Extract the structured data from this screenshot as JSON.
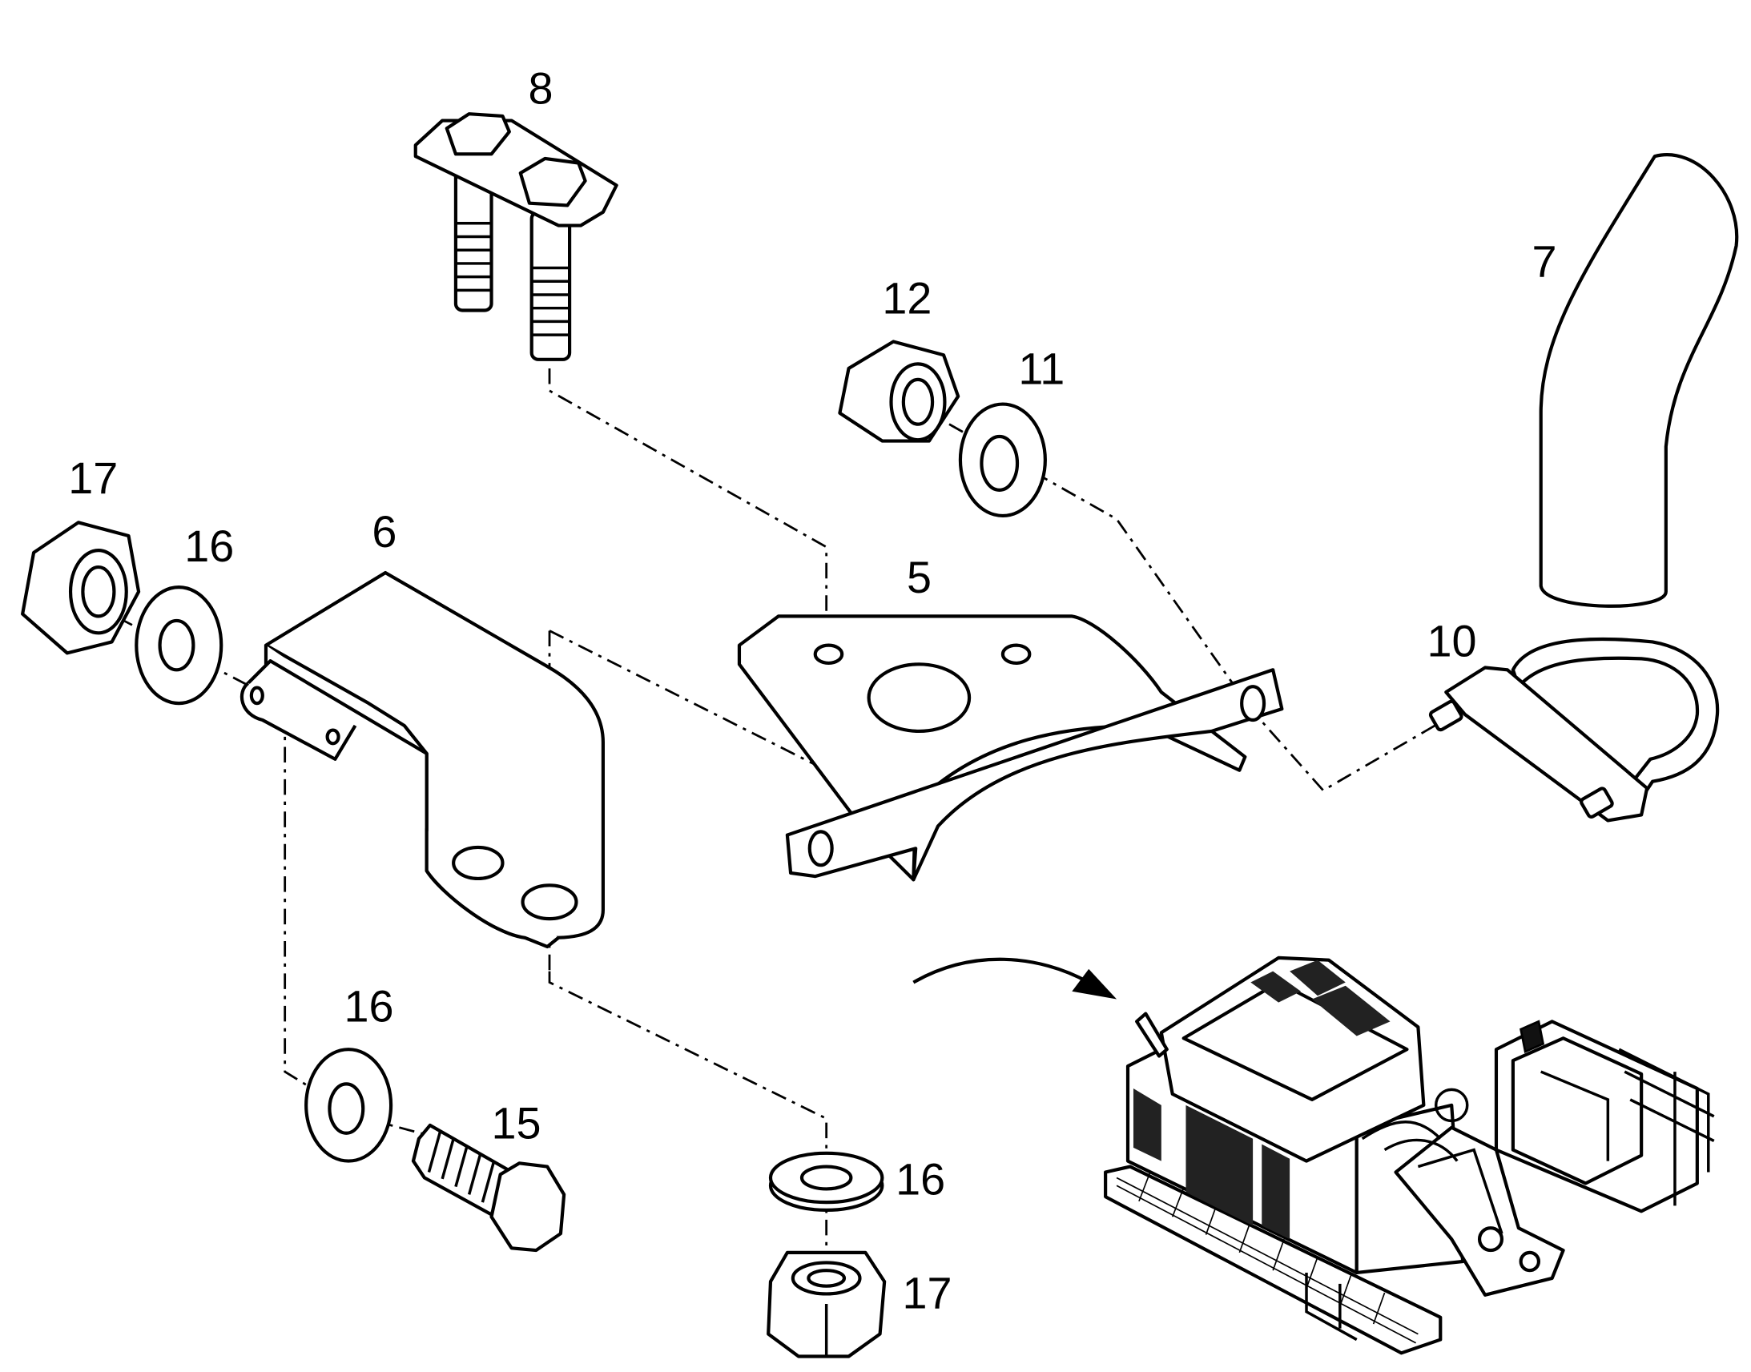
{
  "callouts": {
    "c5": "5",
    "c6": "6",
    "c7": "7",
    "c8": "8",
    "c10": "10",
    "c11": "11",
    "c12": "12",
    "c15": "15",
    "c16a": "16",
    "c16b": "16",
    "c16c": "16",
    "c17a": "17",
    "c17b": "17"
  }
}
